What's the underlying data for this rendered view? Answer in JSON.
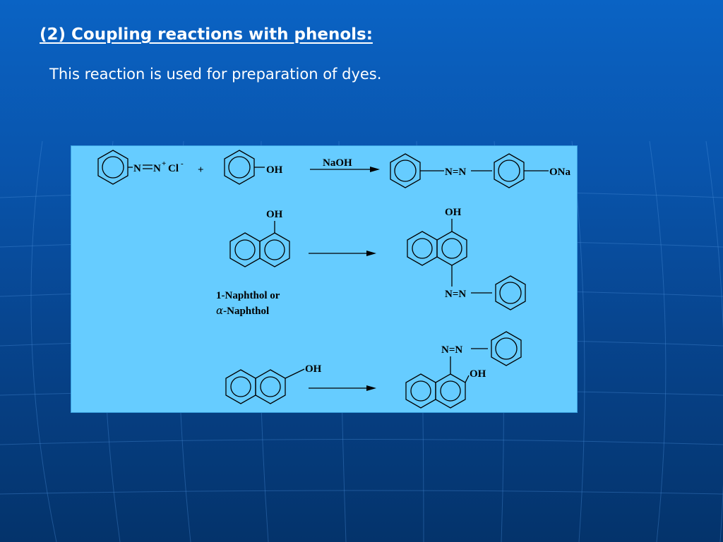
{
  "slide": {
    "title": "(2) Coupling reactions with phenols:",
    "subtitle": "This reaction is used for preparation of dyes."
  },
  "colors": {
    "background_top": "#0a63c4",
    "background_bottom": "#04336b",
    "panel": "#66ccff",
    "text": "#ffffff"
  },
  "reactions": {
    "r1": {
      "diazonium_nn": "N",
      "diazonium_eq": "=",
      "diazonium_n2": "N",
      "diazonium_plus": "+",
      "diazonium_cl": "Cl",
      "diazonium_minus": "-",
      "plus": "+",
      "phenol_group": "OH",
      "reagent": "NaOH",
      "azo": "N=N",
      "product_group": "ONa"
    },
    "r2": {
      "reactant_group": "OH",
      "product_group": "OH",
      "azo": "N=N",
      "name_line1": "1-Naphthol or",
      "name_alpha": "α",
      "name_line2": "-Naphthol"
    },
    "r3": {
      "reactant_group": "OH",
      "azo": "N=N",
      "product_group": "OH"
    }
  }
}
